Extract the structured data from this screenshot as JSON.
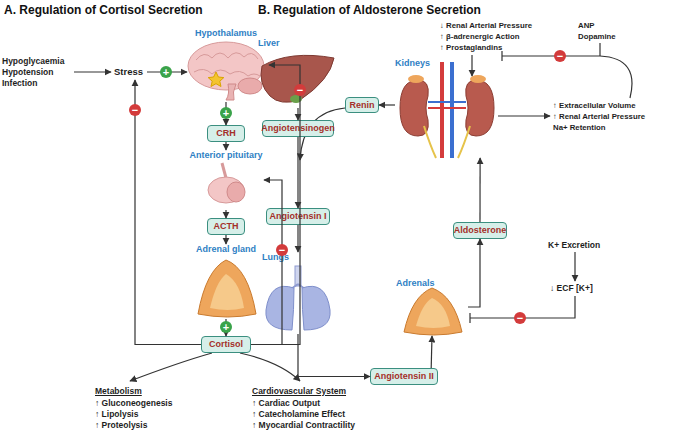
{
  "diagram": {
    "nodes": [
      {
        "text": [
          "Hypothalamus"
        ]
      },
      {
        "text": [
          "CRH"
        ]
      },
      {
        "text": [
          "Anterior pituitary"
        ]
      },
      {
        "text": [
          "ACTH"
        ]
      },
      {
        "text": [
          "Adrenal gland"
        ]
      },
      {
        "text": [
          "Cortisol"
        ]
      },
      {
        "text": [
          "Liver"
        ]
      },
      {
        "text": [
          "Angiotensinogen"
        ]
      },
      {
        "text": [
          "Angiotensin I"
        ]
      },
      {
        "text": [
          "Lungs"
        ]
      },
      {
        "text": [
          "Angiotensin II"
        ]
      },
      {
        "text": [
          "Adrenals"
        ]
      },
      {
        "text": [
          "Aldosterone"
        ]
      },
      {
        "text": [
          "Kidneys"
        ]
      },
      {
        "text": [
          "Renin"
        ]
      }
    ],
    "edges": [
      {
        "from": 0,
        "to": 1,
        "arrow": "to",
        "label": "+"
      },
      {
        "from": 1,
        "to": 2,
        "arrow": "to"
      },
      {
        "from": 2,
        "to": 3,
        "arrow": "to"
      },
      {
        "from": 3,
        "to": 4,
        "arrow": "to"
      },
      {
        "from": 4,
        "to": 5,
        "arrow": "to",
        "label": "+"
      },
      {
        "from": 5,
        "to": 0,
        "arrow": "to",
        "label": "−"
      },
      {
        "from": 5,
        "to": 2,
        "arrow": "to",
        "label": "−"
      },
      {
        "from": 6,
        "to": 7,
        "arrow": "to"
      },
      {
        "from": 7,
        "to": 8,
        "arrow": "to"
      },
      {
        "from": 13,
        "to": 14,
        "arrow": "to"
      },
      {
        "from": 8,
        "to": 9,
        "arrow": "to"
      },
      {
        "from": 9,
        "to": 10,
        "arrow": "to"
      },
      {
        "from": 10,
        "to": 11,
        "arrow": "to"
      },
      {
        "from": 11,
        "to": 12,
        "arrow": "to"
      },
      {
        "from": 12,
        "to": 13,
        "arrow": "to"
      }
    ],
    "labels": [
      "A. Regulation of Cortisol Secretion",
      "B. Regulation of Aldosterone Secretion",
      "Hypoglycaemia",
      "Hypotension",
      "Infection",
      "Stress",
      "+",
      "−",
      "Metabolism",
      "↑ Gluconeogenesis",
      "↑ Lipolysis",
      "↑ Proteolysis",
      "Cardiovascular System",
      "↑ Cardiac Output",
      "↑ Catecholamine Effect",
      "↑ Myocardial Contractility",
      "↓ Renal Arterial Pressure",
      "↑ β-adrenergic Action",
      "↑ Prostaglandins",
      "ANP",
      "Dopamine",
      "−",
      "↑ Extracellular Volume",
      "↑ Renal Arterial Pressure",
      "Na+ Retention",
      "K+ Excretion",
      "↓ ECF [K+]",
      "−"
    ]
  }
}
